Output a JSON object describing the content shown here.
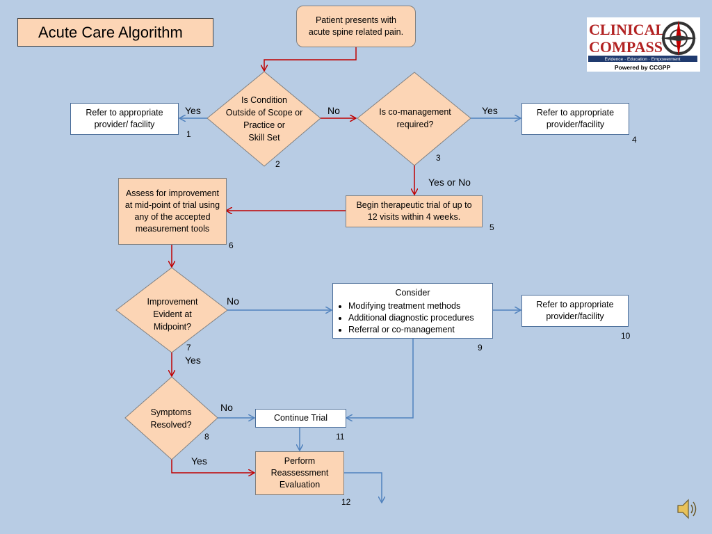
{
  "title": "Acute Care Algorithm",
  "logo": {
    "line1": "CLINICAL",
    "line2": "COMPASS",
    "tagline": "Evidence · Education · Empowerment",
    "powered": "Powered by CCGPP"
  },
  "nodes": {
    "start": "Patient presents with acute spine related pain.",
    "n1": "Refer to appropriate provider/ facility",
    "n2_line1": "Is Condition",
    "n2_line2": "Outside of Scope or",
    "n2_line3": "Practice or",
    "n2_line4": "Skill Set",
    "n3_line1": "Is co-management",
    "n3_line2": "required?",
    "n4": "Refer to appropriate provider/facility",
    "n5": "Begin therapeutic trial of up to 12 visits within 4 weeks.",
    "n6": "Assess for improvement at mid-point of trial using any of the accepted measurement tools",
    "n7_line1": "Improvement",
    "n7_line2": "Evident at",
    "n7_line3": "Midpoint?",
    "n8_line1": "Symptoms",
    "n8_line2": "Resolved?",
    "n9_title": "Consider",
    "n9_items": [
      "Modifying treatment methods",
      "Additional diagnostic procedures",
      "Referral or co-management"
    ],
    "n10": "Refer to appropriate provider/facility",
    "n11": "Continue Trial",
    "n12": "Perform Reassessment Evaluation"
  },
  "numbers": {
    "n1": "1",
    "n2": "2",
    "n3": "3",
    "n4": "4",
    "n5": "5",
    "n6": "6",
    "n7": "7",
    "n8": "8",
    "n9": "9",
    "n10": "10",
    "n11": "11",
    "n12": "12"
  },
  "edge_labels": {
    "yes_1": "Yes",
    "no_2": "No",
    "yes_3": "Yes",
    "yes_or_no": "Yes or No",
    "no_7": "No",
    "yes_7": "Yes",
    "no_8": "No",
    "yes_8": "Yes"
  },
  "colors": {
    "background": "#b8cce4",
    "peach": "#fcd5b5",
    "red_arrow": "#c00000",
    "blue_arrow": "#4f81bd"
  }
}
